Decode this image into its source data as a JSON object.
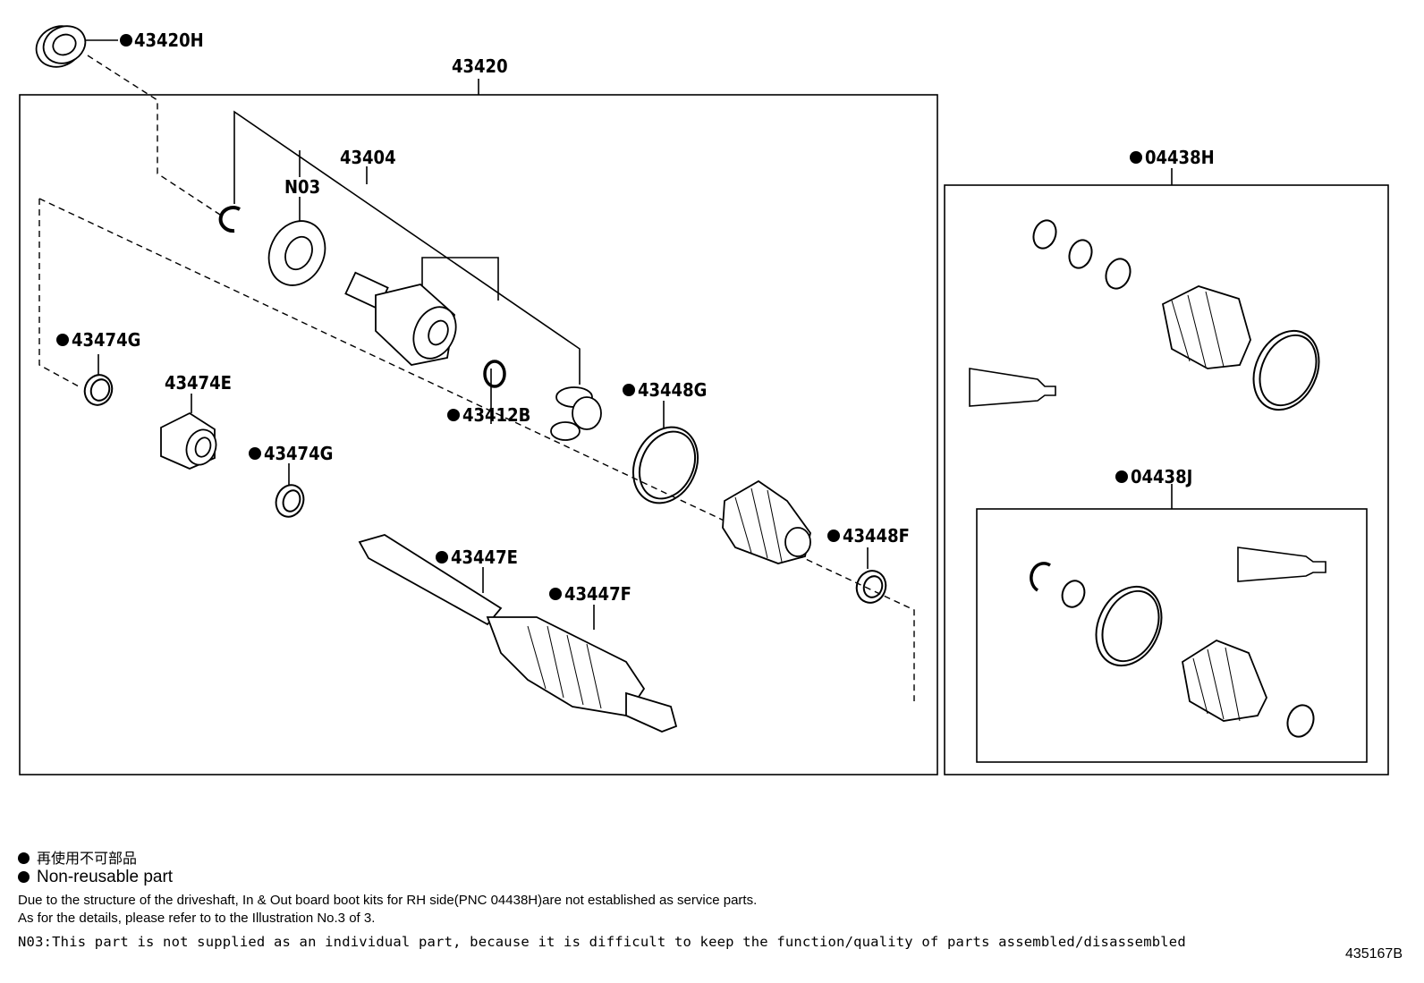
{
  "labels": {
    "p43420H": "43420H",
    "p43420": "43420",
    "p43404": "43404",
    "pN03": "N03",
    "p43474G_a": "43474G",
    "p43474E": "43474E",
    "p43474G_b": "43474G",
    "p43412B": "43412B",
    "p43448G": "43448G",
    "p43448F": "43448F",
    "p43447E": "43447E",
    "p43447F": "43447F",
    "p04438H": "04438H",
    "p04438J": "04438J"
  },
  "notes": {
    "jp": "再使用不可部品",
    "en": "Non-reusable part",
    "line1": "Due to the structure of the driveshaft, In & Out board  boot kits for RH side(PNC 04438H)are not established as service parts.",
    "line2": "As for the details, please refer to to the Illustration No.3 of 3.",
    "line3": "N03:This part is not supplied as an individual part, because it is difficult to keep the function/quality of parts assembled/disassembled"
  },
  "illustration_code": "435167B"
}
